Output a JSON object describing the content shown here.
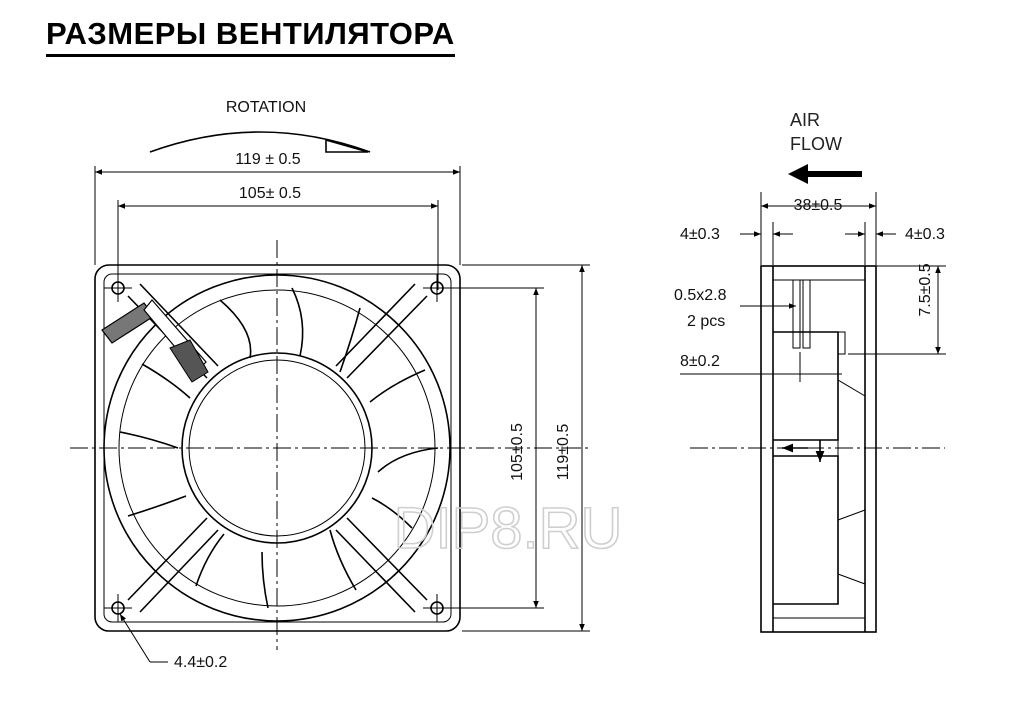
{
  "title": "РАЗМЕРЫ ВЕНТИЛЯТОРА",
  "front_view": {
    "rotation_label": "ROTATION",
    "dim_outer_width": "119 ± 0.5",
    "dim_hole_width": "105± 0.5",
    "dim_hole_height": "105±0.5",
    "dim_outer_height": "119±0.5",
    "dim_hole_diameter": "4.4±0.2"
  },
  "side_view": {
    "airflow_label_line1": "AIR",
    "airflow_label_line2": "FLOW",
    "dim_depth": "38±0.5",
    "dim_flange_left": "4±0.3",
    "dim_flange_right": "4±0.3",
    "dim_terminal_size": "0.5x2.8",
    "dim_terminal_count": "2 pcs",
    "dim_terminal_offset": "7.5±0.5",
    "dim_hub": "8±0.2"
  },
  "watermark": "DIP8.RU"
}
